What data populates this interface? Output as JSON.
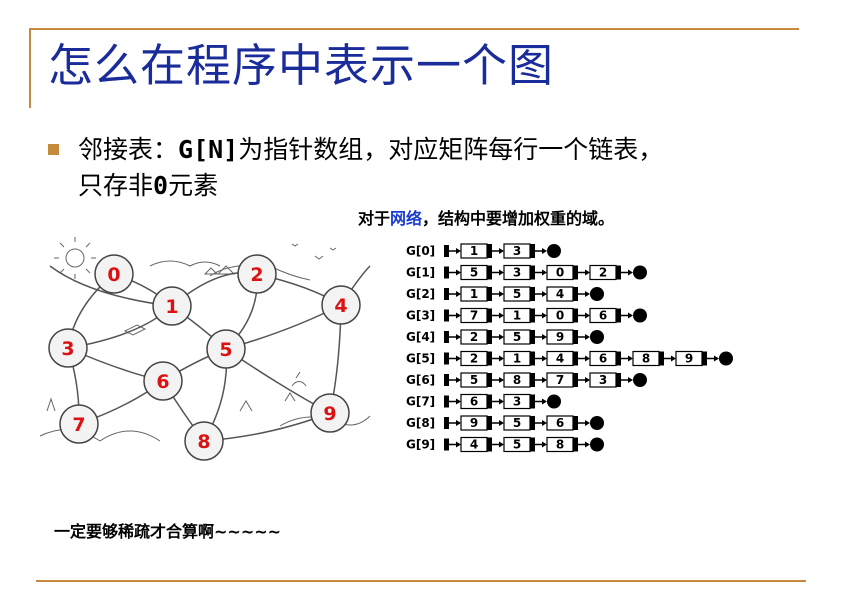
{
  "slide": {
    "title": "怎么在程序中表示一个图",
    "bullet": {
      "prefix": "邻接表：",
      "code": "G[N]",
      "line1_rest": "为指针数组，对应矩阵每行一个链表，",
      "line2_a": "只存非",
      "line2_zero": "0",
      "line2_b": "元素"
    },
    "note": {
      "part1": "对于",
      "highlight": "网络",
      "part2": "，结构中要增加权重的域。"
    },
    "footer": "一定要够稀疏才合算啊~~~~~"
  },
  "graph": {
    "nodes": [
      "0",
      "1",
      "2",
      "3",
      "4",
      "5",
      "6",
      "7",
      "8",
      "9"
    ],
    "node_fill": "#f3f3f3",
    "label_color": "#dd1111"
  },
  "adjacency_lists": [
    {
      "head": "G[0]",
      "items": [
        "1",
        "3"
      ]
    },
    {
      "head": "G[1]",
      "items": [
        "5",
        "3",
        "0",
        "2"
      ]
    },
    {
      "head": "G[2]",
      "items": [
        "1",
        "5",
        "4"
      ]
    },
    {
      "head": "G[3]",
      "items": [
        "7",
        "1",
        "0",
        "6"
      ]
    },
    {
      "head": "G[4]",
      "items": [
        "2",
        "5",
        "9"
      ]
    },
    {
      "head": "G[5]",
      "items": [
        "2",
        "1",
        "4",
        "6",
        "8",
        "9"
      ]
    },
    {
      "head": "G[6]",
      "items": [
        "5",
        "8",
        "7",
        "3"
      ]
    },
    {
      "head": "G[7]",
      "items": [
        "6",
        "3"
      ]
    },
    {
      "head": "G[8]",
      "items": [
        "9",
        "5",
        "6"
      ]
    },
    {
      "head": "G[9]",
      "items": [
        "4",
        "5",
        "8"
      ]
    }
  ],
  "colors": {
    "accent": "#c58a3c",
    "title": "#1a2b9a",
    "highlight": "#1a3bd0"
  }
}
